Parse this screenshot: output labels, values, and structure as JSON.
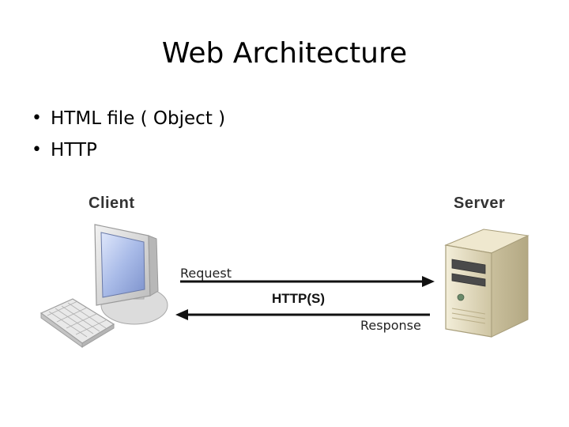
{
  "slide": {
    "title": "Web Architecture",
    "bullets": [
      {
        "marker": "•",
        "text": "HTML file ( Object )"
      },
      {
        "marker": "•",
        "text": "HTTP"
      }
    ]
  },
  "diagram": {
    "client_label": "Client",
    "server_label": "Server",
    "request_label": "Request",
    "response_label": "Response",
    "protocol_label": "HTTP(S)",
    "icons": {
      "client": "desktop-computer-icon",
      "keyboard": "keyboard-icon",
      "server": "server-tower-icon"
    },
    "colors": {
      "arrow": "#111111",
      "monitor_bezel": "#d6d6d6",
      "monitor_screen": "#8fa3d6",
      "server_body": "#e4dcc0"
    }
  }
}
